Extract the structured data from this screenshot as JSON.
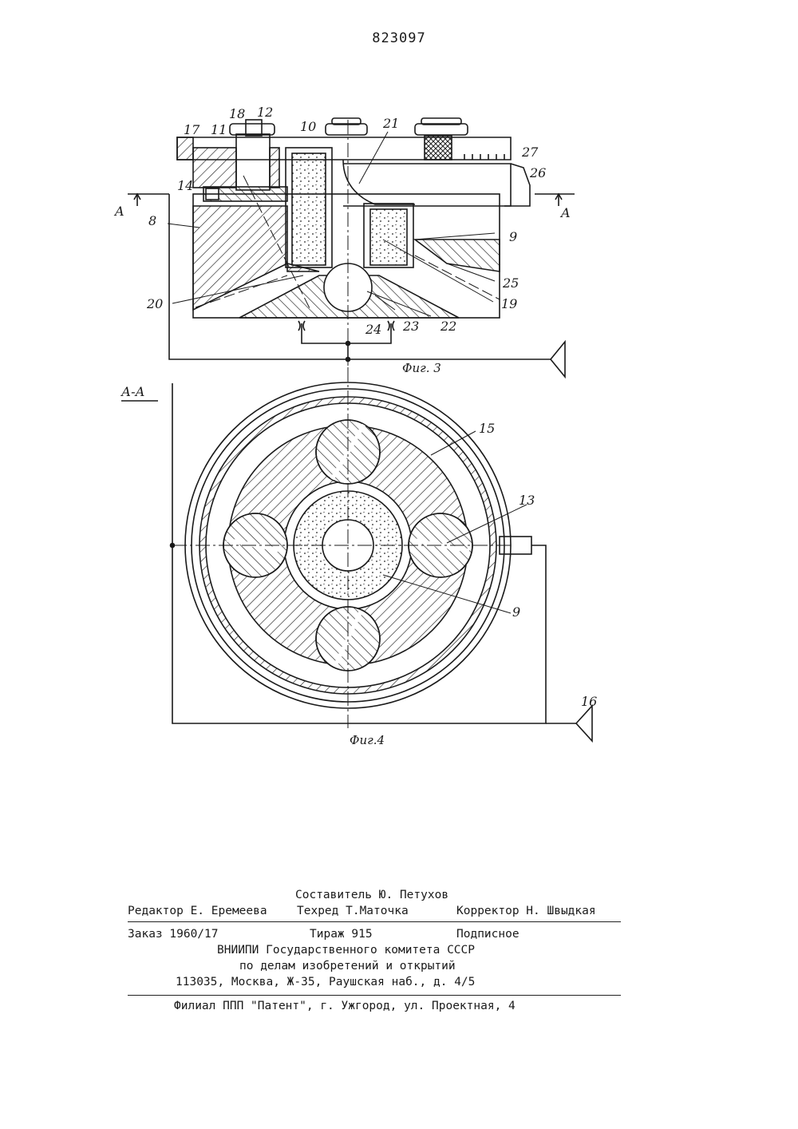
{
  "header": {
    "patent_number": "823097"
  },
  "fig3": {
    "caption": "Фиг. 3",
    "section_marker": "A",
    "labels": [
      "18",
      "12",
      "21",
      "17",
      "11",
      "10",
      "27",
      "26",
      "14",
      "8",
      "9",
      "25",
      "20",
      "19",
      "23",
      "22",
      "24"
    ]
  },
  "fig4": {
    "caption": "Фиг.4",
    "section_title": "А-А",
    "labels": [
      "15",
      "13",
      "9",
      "16"
    ]
  },
  "imprint": {
    "compiler": "Составитель Ю. Петухов",
    "editor": "Редактор Е. Еремеева",
    "techred": "Техред Т.Маточка",
    "corrector": "Корректор  Н. Швыдкая",
    "order": "Заказ 1960/17",
    "circulation": "Тираж 915",
    "subscription": "Подписное",
    "org1": "ВНИИПИ Государственного комитета СССР",
    "org2": "по делам изобретений и открытий",
    "address": "113035, Москва, Ж-35, Раушская наб., д. 4/5",
    "branch": "Филиал ППП \"Патент\", г. Ужгород, ул. Проектная, 4"
  }
}
